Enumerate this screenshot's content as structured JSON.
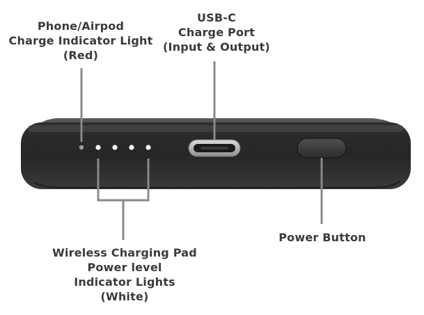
{
  "callouts": {
    "indicator_light": {
      "lines": [
        "Phone/Airpod",
        "Charge Indicator Light",
        "(Red)"
      ]
    },
    "usb_c": {
      "lines": [
        "USB-C",
        "Charge Port",
        "(Input & Output)"
      ]
    },
    "power_button": {
      "lines": [
        "Power Button"
      ]
    },
    "wireless_pad": {
      "lines": [
        "Wireless Charging Pad",
        "Power level",
        "Indicator Lights",
        "(White)"
      ]
    }
  },
  "colors": {
    "device_body": "#2b2b2c",
    "device_top": "#4a4a4b",
    "leader_line": "#8a8a8a",
    "label_text": "#3a3a3a",
    "led_white": "#ffffff",
    "led_red_off": "#9a9a9a"
  }
}
